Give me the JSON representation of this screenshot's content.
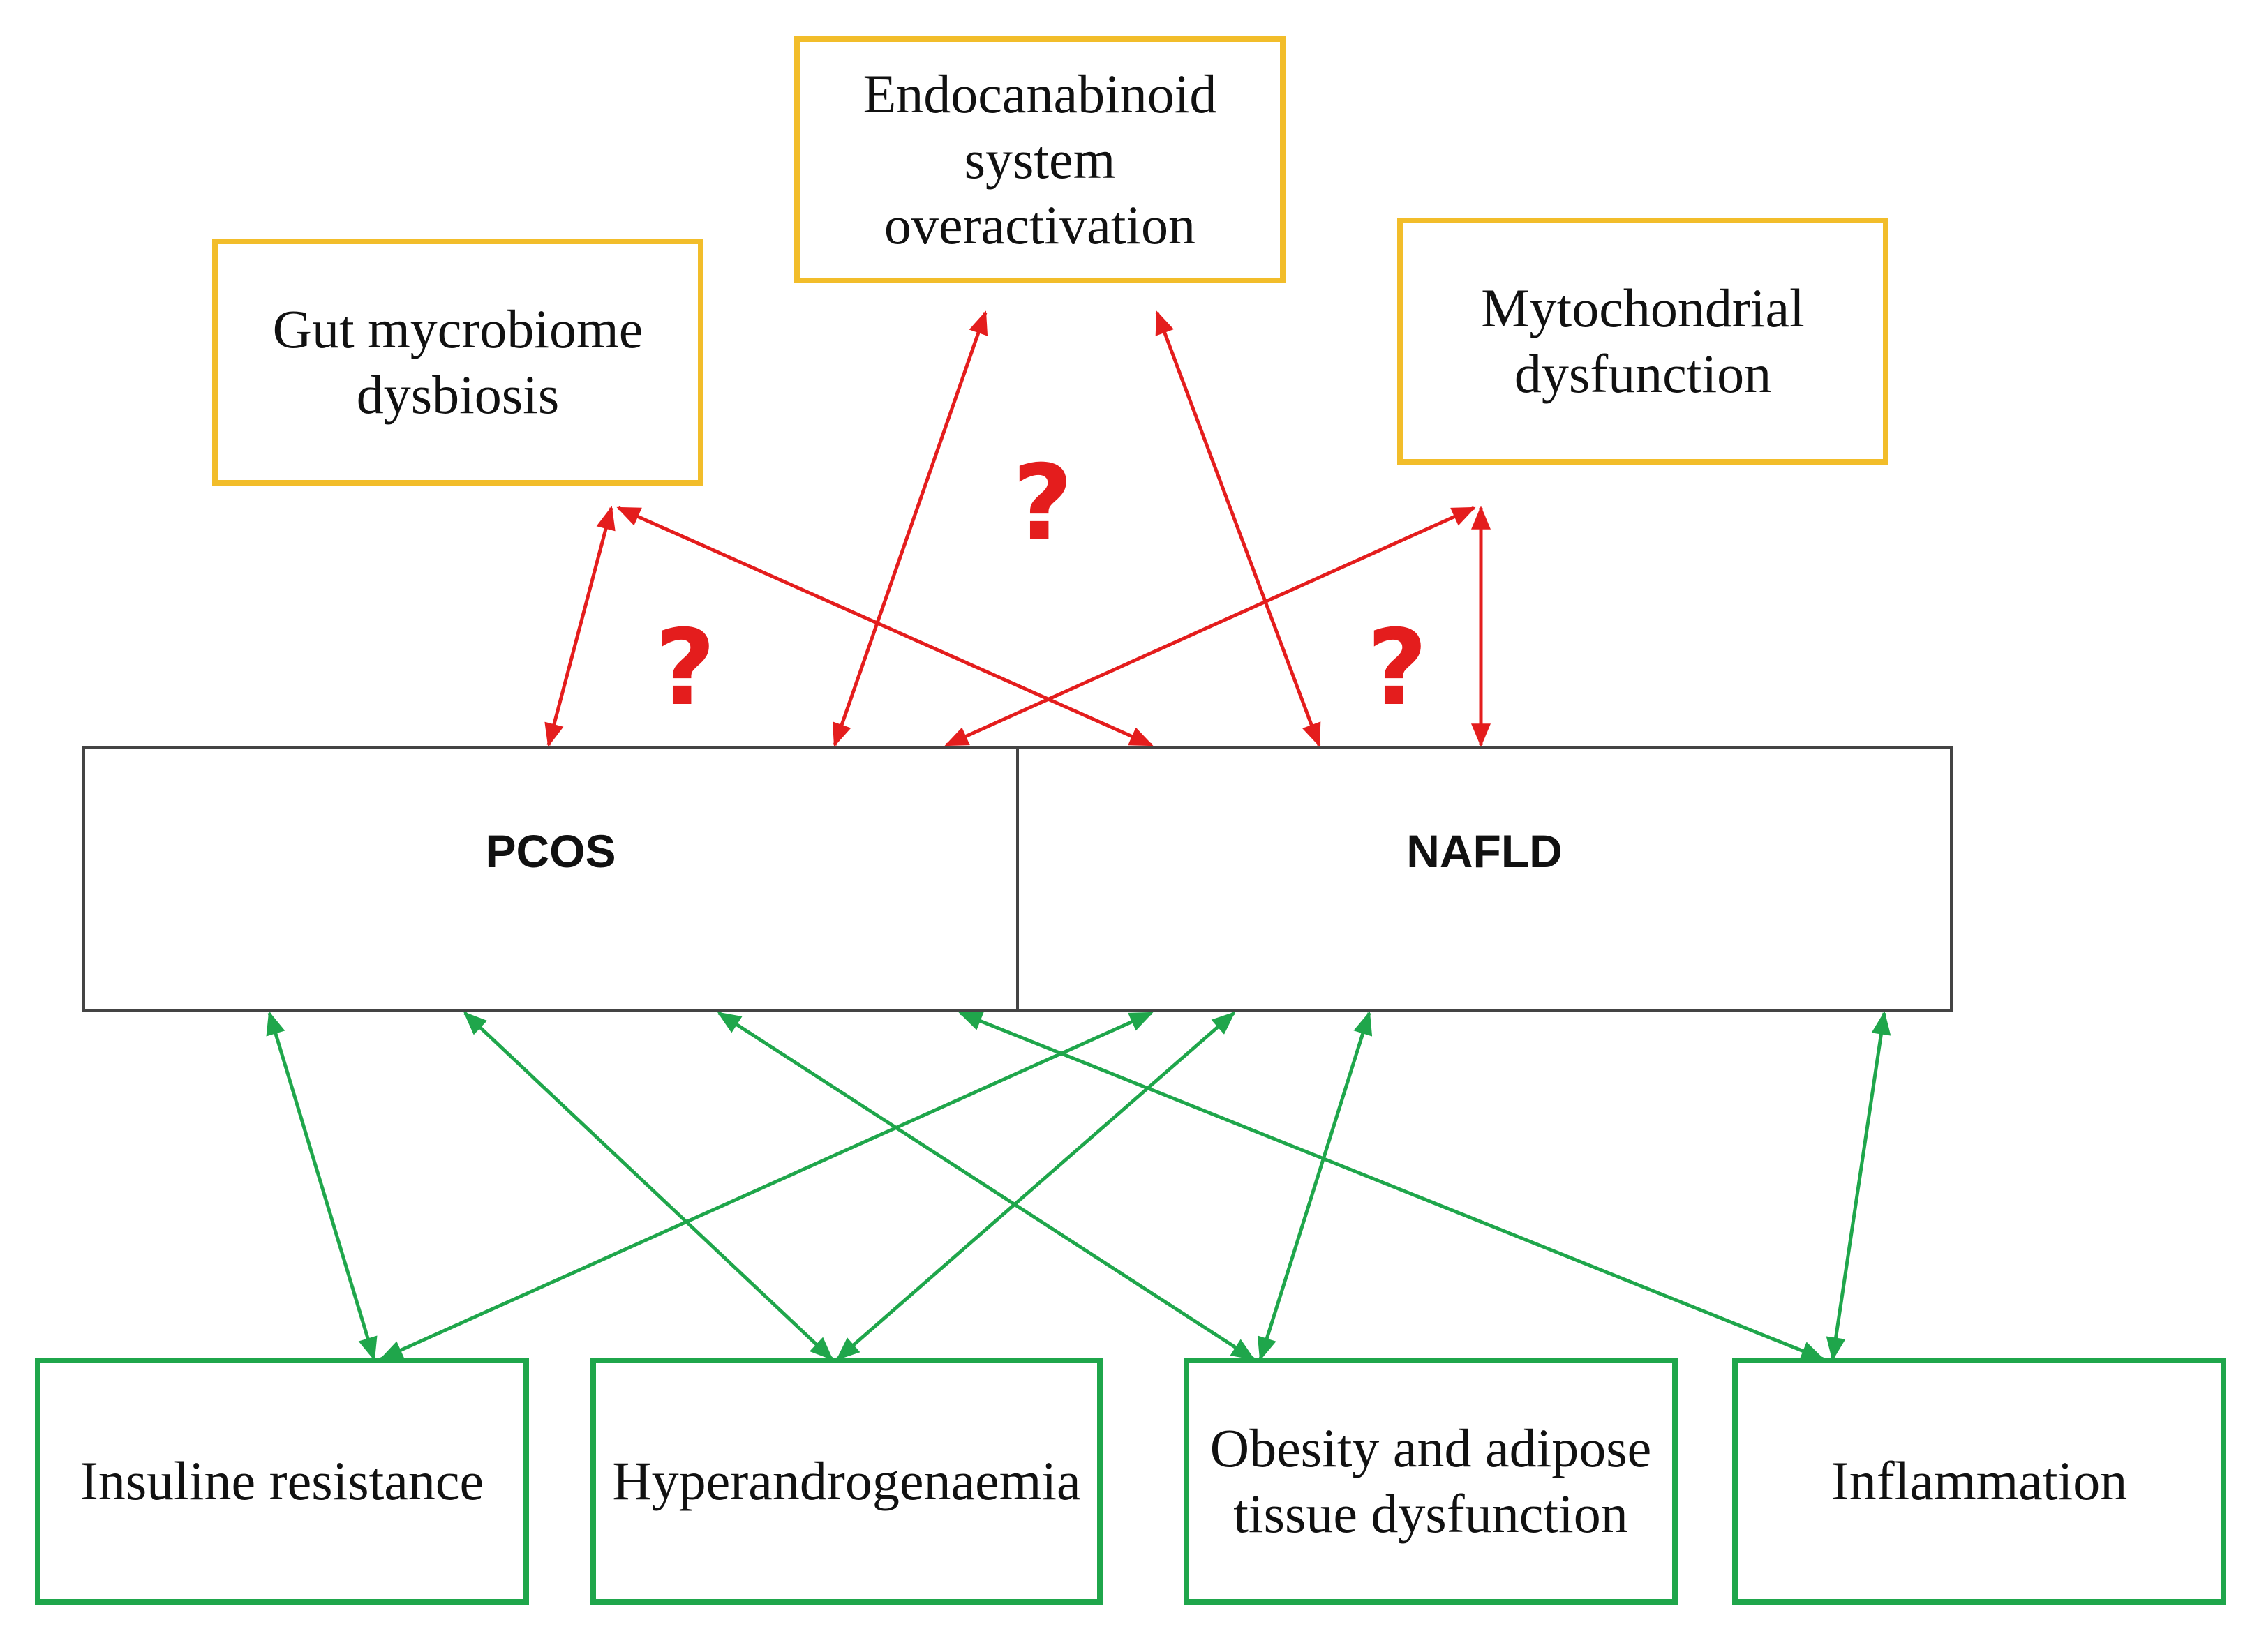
{
  "diagram": {
    "top_factors": [
      {
        "id": "endocannabinoid",
        "label": "Endocanabinoid\nsystem\noveractivation"
      },
      {
        "id": "gut",
        "label": "Gut mycrobiome\ndysbiosis"
      },
      {
        "id": "mito",
        "label": "Mytochondrial\ndysfunction"
      }
    ],
    "conditions": [
      {
        "id": "pcos",
        "label": "PCOS"
      },
      {
        "id": "nafld",
        "label": "NAFLD"
      }
    ],
    "bottom_factors": [
      {
        "id": "insulin",
        "label": "Insuline resistance"
      },
      {
        "id": "hyperandro",
        "label": "Hyperandrogenaemia"
      },
      {
        "id": "obesity",
        "label": "Obesity and adipose\ntissue dysfunction"
      },
      {
        "id": "inflammation",
        "label": "Inflammation"
      }
    ],
    "uncertainty_marks": [
      "?",
      "?",
      "?"
    ],
    "links": {
      "uncertain": [
        [
          "gut",
          "pcos"
        ],
        [
          "gut",
          "nafld"
        ],
        [
          "endocannabinoid",
          "pcos"
        ],
        [
          "endocannabinoid",
          "nafld"
        ],
        [
          "mito",
          "pcos"
        ],
        [
          "mito",
          "nafld"
        ]
      ],
      "established": [
        [
          "pcos",
          "insulin"
        ],
        [
          "pcos",
          "hyperandro"
        ],
        [
          "pcos",
          "obesity"
        ],
        [
          "pcos",
          "inflammation"
        ],
        [
          "nafld",
          "insulin"
        ],
        [
          "nafld",
          "hyperandro"
        ],
        [
          "nafld",
          "obesity"
        ],
        [
          "nafld",
          "inflammation"
        ]
      ]
    },
    "colors": {
      "uncertain_link": "#e41d1d",
      "established_link": "#1fa64b",
      "top_box_border": "#f2bd2a",
      "bottom_box_border": "#1fa64b",
      "center_box_border": "#444444"
    }
  }
}
